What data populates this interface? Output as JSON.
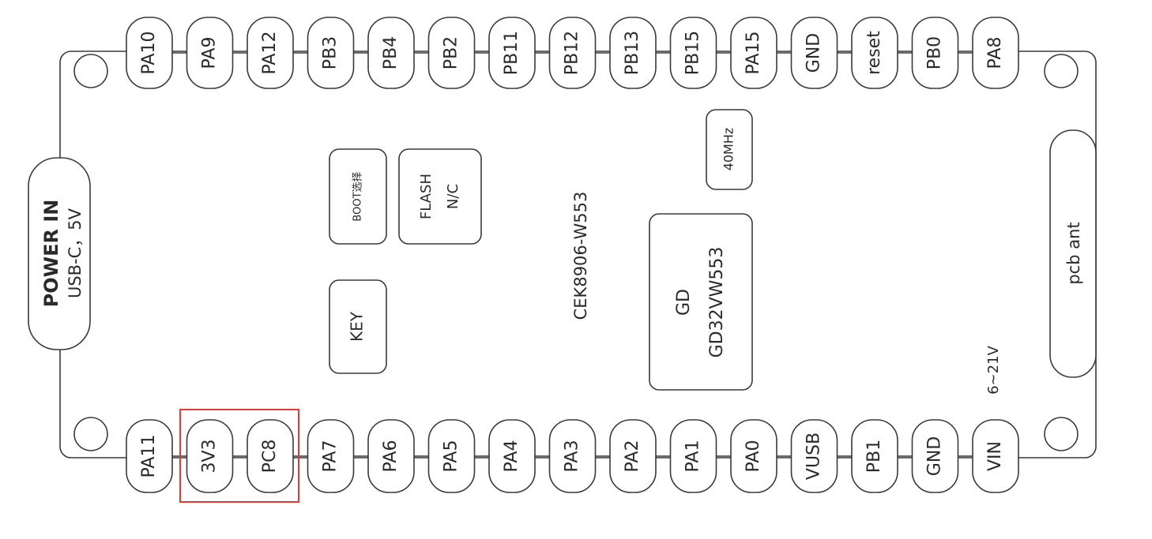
{
  "top_pins": [
    "PA10",
    "PA9",
    "PA12",
    "PB3",
    "PB4",
    "PB2",
    "PB11",
    "PB12",
    "PB13",
    "PB15",
    "PA15",
    "GND",
    "reset",
    "PB0",
    "PA8"
  ],
  "bottom_pins": [
    "PA11",
    "3V3",
    "PC8",
    "PA7",
    "PA6",
    "PA5",
    "PA4",
    "PA3",
    "PA2",
    "PA1",
    "PA0",
    "VUSB",
    "PB1",
    "GND",
    "VIN"
  ],
  "power": {
    "title": "POWER IN",
    "subtitle": "USB-C，5V"
  },
  "boot_label": "BOOT选择",
  "flash": {
    "line1": "FLASH",
    "line2": "N/C"
  },
  "key_label": "KEY",
  "board_name": "CEK8906-W553",
  "crystal": "40MHz",
  "chip": {
    "line1": "GD",
    "line2": "GD32VW553"
  },
  "vin_range": "6~21V",
  "antenna": "pcb ant",
  "highlight": {
    "pins": [
      "3V3",
      "PC8"
    ],
    "color": "#e53935"
  }
}
